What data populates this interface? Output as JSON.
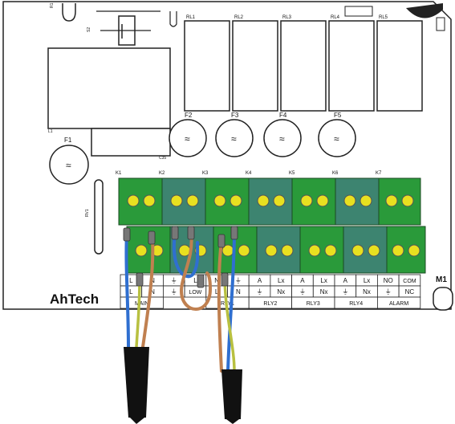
{
  "silk": {
    "relays": [
      "RL1",
      "RL2",
      "RL3",
      "RL4",
      "RL5"
    ],
    "fuses": [
      "F1",
      "F2",
      "F3",
      "F4",
      "F5"
    ],
    "connectors": [
      "K1",
      "K2",
      "K3",
      "K4",
      "K5",
      "K6",
      "K7"
    ],
    "fuse_marks": [
      "≈",
      "≈",
      "≈",
      "≈",
      "≈"
    ],
    "small_labels": {
      "l1": "L1",
      "c35": "C35",
      "rv1": "RV1",
      "r1": "R1",
      "s2": "S2"
    }
  },
  "upper_row": [
    "L",
    "N",
    "⏚",
    "L",
    "N",
    "⏚",
    "A",
    "Lx",
    "A",
    "Lx",
    "A",
    "Lx",
    "NO",
    "COM"
  ],
  "lower_row": [
    "L",
    "N",
    "⏚",
    "LOW",
    "L",
    "N",
    "⏚",
    "Nx",
    "⏚",
    "Nx",
    "⏚",
    "Nx",
    "⏚",
    "NC"
  ],
  "group_labels": [
    "MAIN",
    "RLY1",
    "RLY2",
    "RLY3",
    "RLY4",
    "ALARM"
  ],
  "brand": "AhTech",
  "board_id": "M1",
  "colors": {
    "terminal_green": "#2a9a3a",
    "terminal_teal": "#3d8470",
    "screw": "#e8e020",
    "wire_blue": "#2f6fd0",
    "wire_brown": "#c08050",
    "wire_earth": "#b8c040",
    "cable": "#111111"
  }
}
